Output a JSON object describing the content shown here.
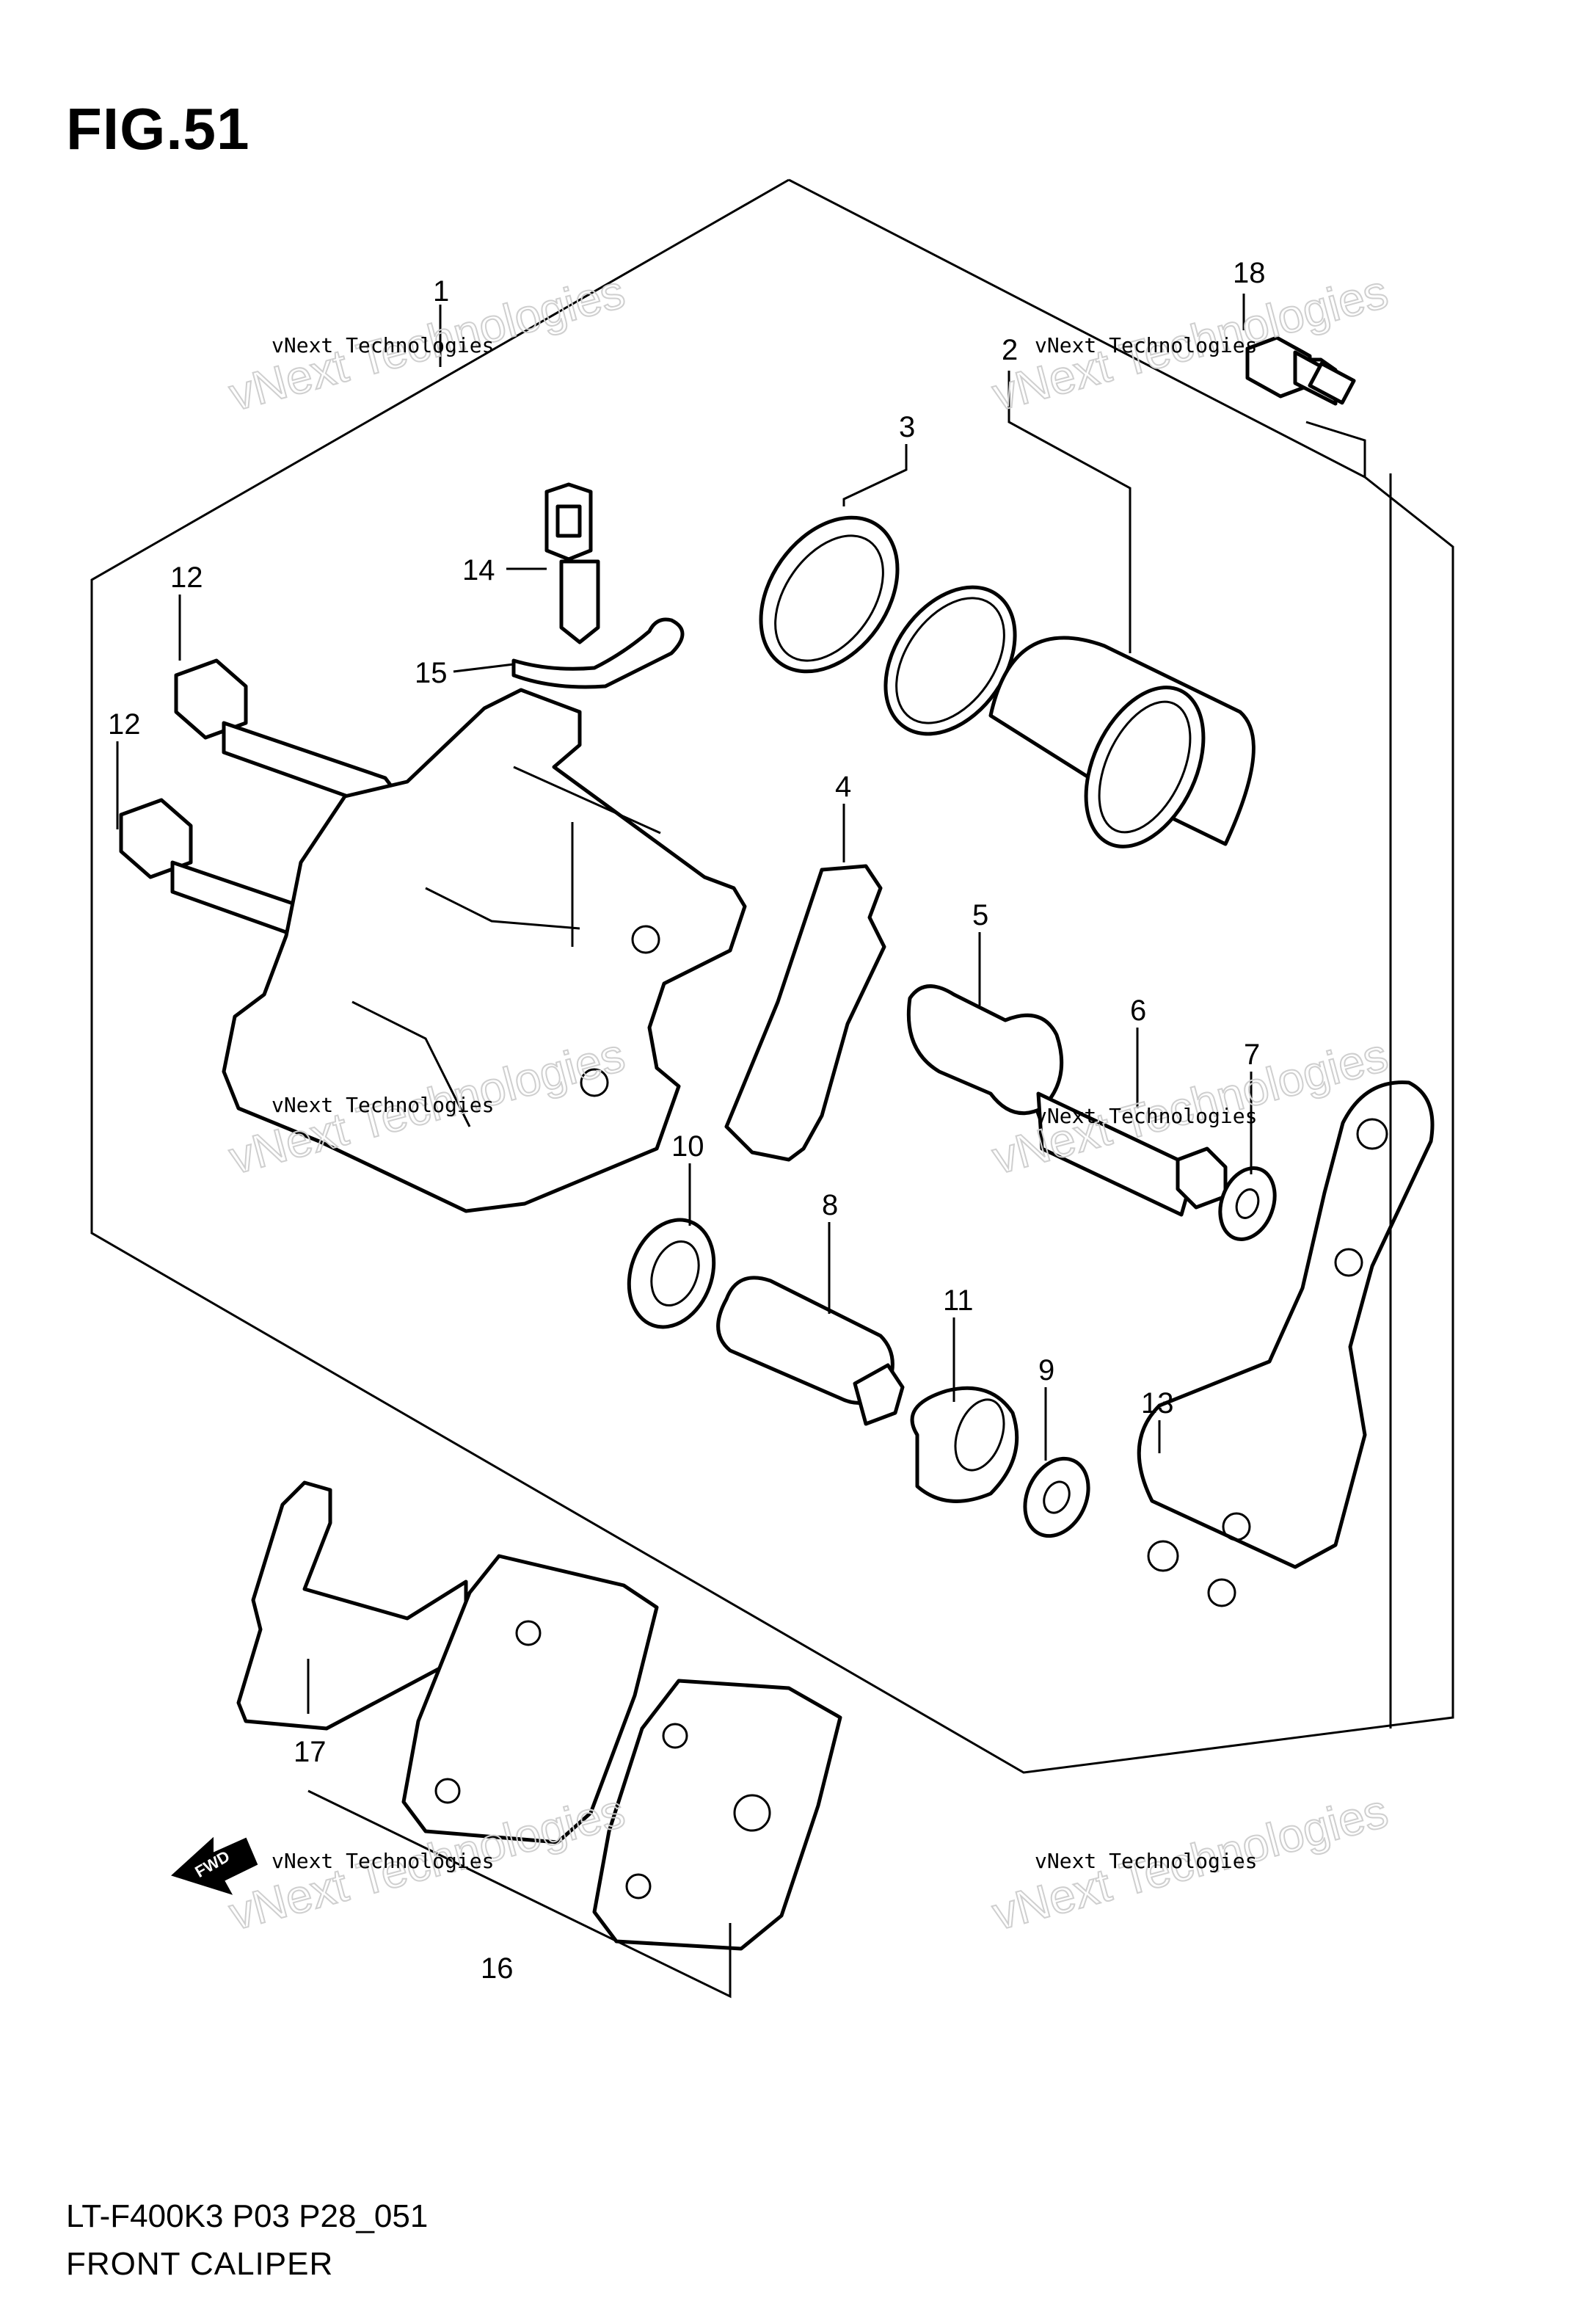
{
  "figure": {
    "title": "FIG.51"
  },
  "footer": {
    "model_code": "LT-F400K3 P03 P28_051",
    "part_name": "FRONT CALIPER"
  },
  "fwd_arrow": {
    "label": "FWD"
  },
  "watermark": {
    "small": "vNext Technologies",
    "big": "vNext Technologies"
  },
  "callouts": {
    "c1": "1",
    "c2": "2",
    "c3": "3",
    "c4": "4",
    "c5": "5",
    "c6": "6",
    "c7": "7",
    "c8": "8",
    "c9": "9",
    "c10": "10",
    "c11": "11",
    "c12a": "12",
    "c12b": "12",
    "c13": "13",
    "c14": "14",
    "c15": "15",
    "c16": "16",
    "c17": "17",
    "c18": "18"
  }
}
